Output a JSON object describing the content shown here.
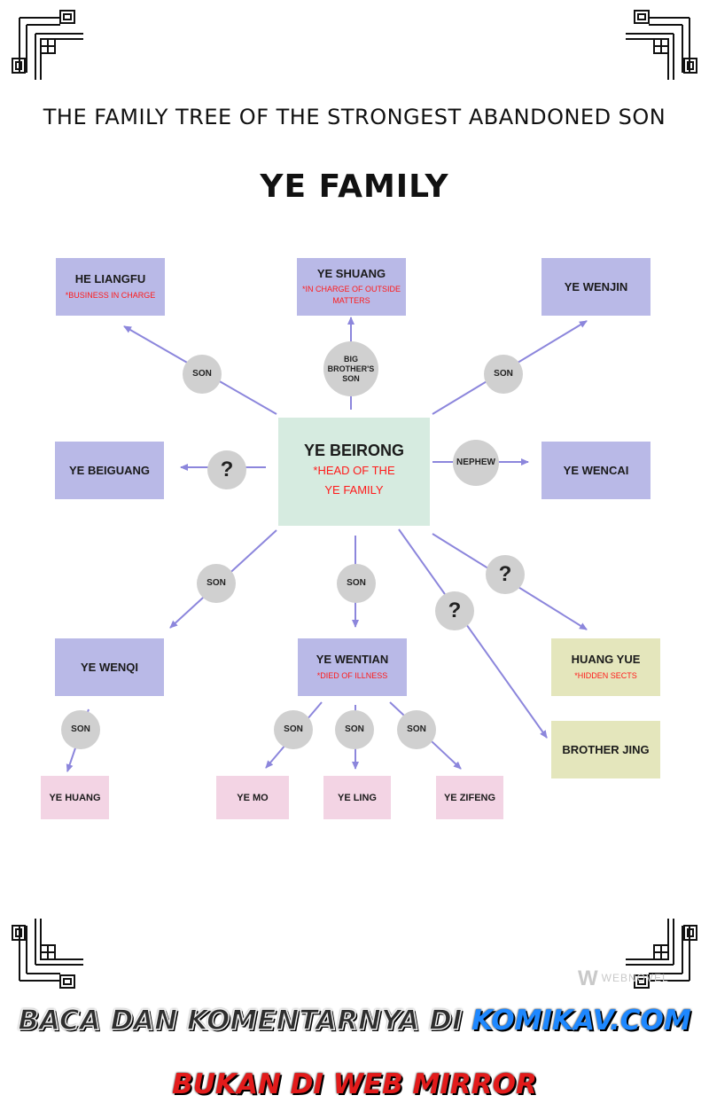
{
  "page_title": "THE FAMILY TREE OF THE STRONGEST ABANDONED SON",
  "family_title": "YE FAMILY",
  "nodes": {
    "center": {
      "name": "YE BEIRONG",
      "note": "*HEAD OF THE\nYE FAMILY"
    },
    "he_liangfu": {
      "name": "HE LIANGFU",
      "note": "*BUSINESS IN CHARGE"
    },
    "ye_shuang": {
      "name": "YE SHUANG",
      "note": "*IN CHARGE OF OUTSIDE\nMATTERS"
    },
    "ye_wenjin": {
      "name": "YE WENJIN"
    },
    "ye_beiguang": {
      "name": "YE BEIGUANG"
    },
    "ye_wencai": {
      "name": "YE WENCAI"
    },
    "ye_wenqi": {
      "name": "YE WENQI"
    },
    "ye_wentian": {
      "name": "YE WENTIAN",
      "note": "*DIED OF ILLNESS"
    },
    "huang_yue": {
      "name": "HUANG YUE",
      "note": "*HIDDEN SECTS"
    },
    "brother_jing": {
      "name": "BROTHER JING"
    },
    "ye_huang": {
      "name": "YE HUANG"
    },
    "ye_mo": {
      "name": "YE MO"
    },
    "ye_ling": {
      "name": "YE LING"
    },
    "ye_zifeng": {
      "name": "YE ZIFENG"
    }
  },
  "relations": {
    "he_liangfu": "SON",
    "ye_shuang": "BIG\nBROTHER'S\nSON",
    "ye_wenjin": "SON",
    "ye_beiguang": "?",
    "ye_wencai": "NEPHEW",
    "ye_wenqi": "SON",
    "ye_wentian": "SON",
    "huang_yue": "?",
    "brother_jing": "?",
    "ye_huang": "SON",
    "ye_mo": "SON",
    "ye_ling": "SON",
    "ye_zifeng": "SON"
  },
  "watermark": "WEBNOVEL",
  "footer": {
    "line1_a": "BACA DAN KOMENTARNYA DI",
    "line1_b": "KOMIKAV.COM",
    "line2": "BUKAN DI WEB MIRROR"
  },
  "colors": {
    "purple_box": "#b9b9e7",
    "pink_box": "#f3d4e4",
    "khaki_box": "#e4e6bc",
    "center_box": "#d6ebe0",
    "relation_circle": "#d0d0d0",
    "arrow": "#8c86dc",
    "note_red": "#ff1a1a"
  },
  "icons": [
    "corner-ornament-icon",
    "webnovel-logo-icon"
  ]
}
